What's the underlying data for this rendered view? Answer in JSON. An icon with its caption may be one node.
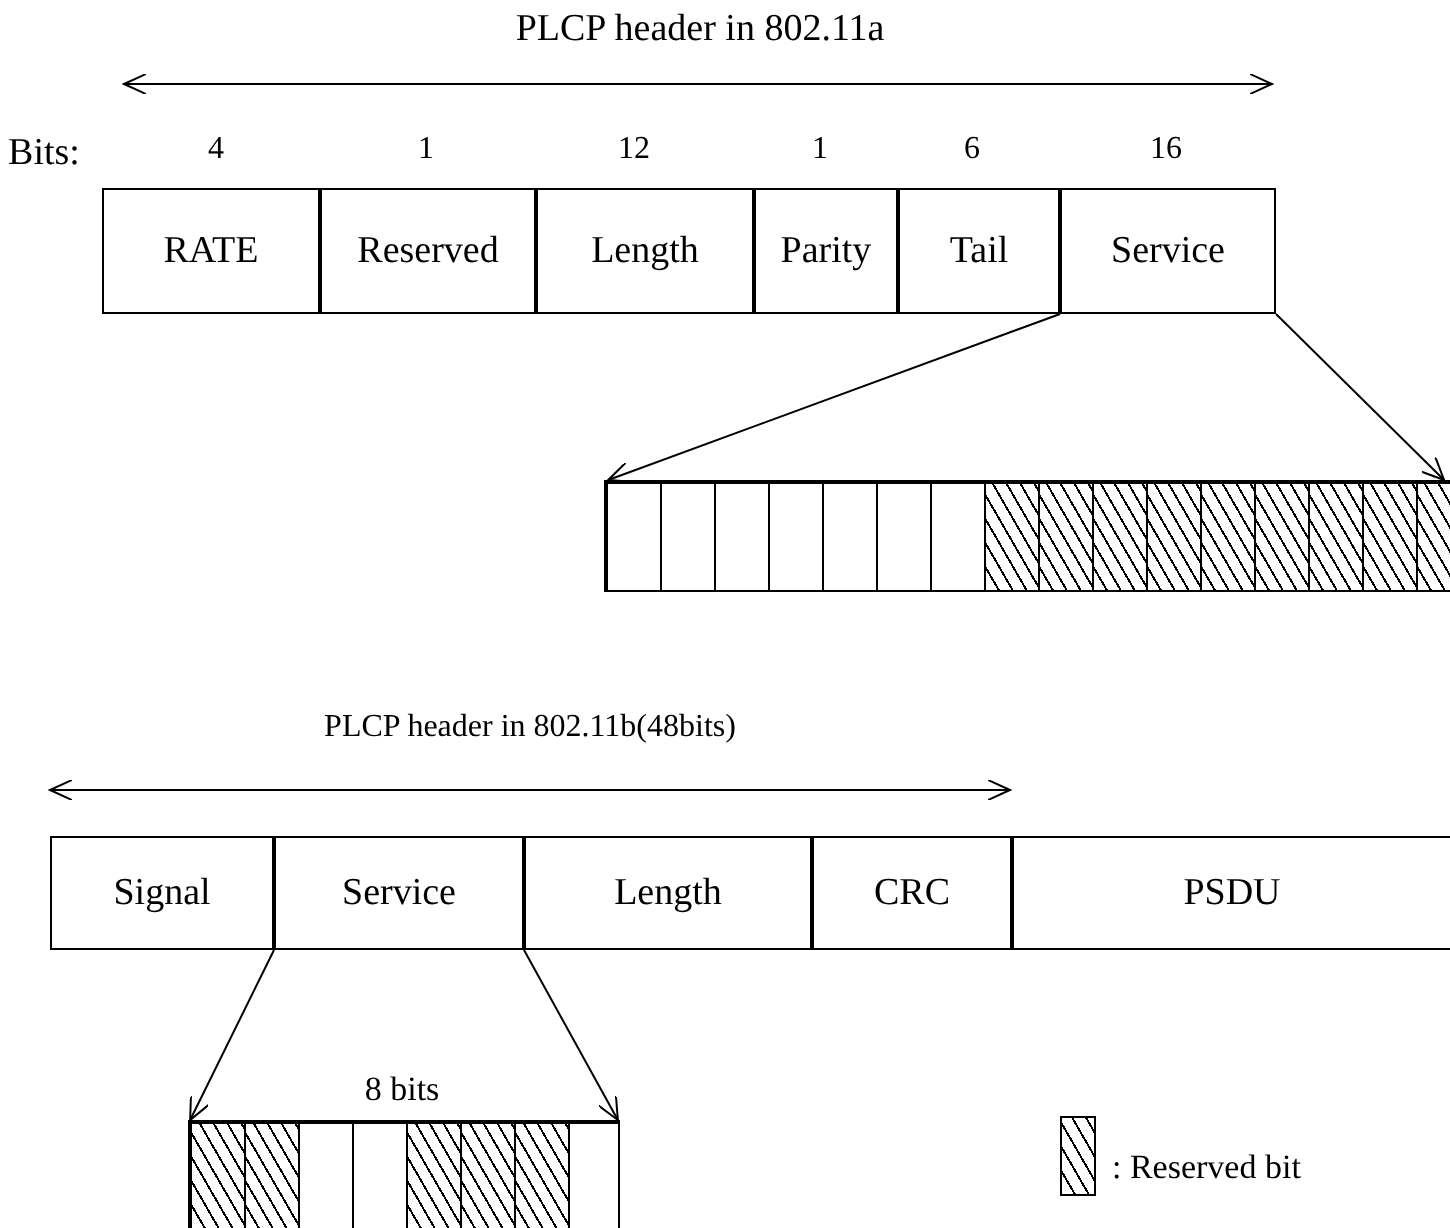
{
  "diagram": {
    "nodes": [
      {
        "text": [
          "RATE"
        ]
      },
      {
        "text": [
          "Reserved"
        ]
      },
      {
        "text": [
          "Length"
        ]
      },
      {
        "text": [
          "Parity"
        ]
      },
      {
        "text": [
          "Tail"
        ]
      },
      {
        "text": [
          "Service"
        ]
      },
      {
        "text": [],
        "shape": "box"
      },
      {
        "text": [],
        "shape": "box",
        "in": 6
      },
      {
        "text": [],
        "shape": "box",
        "in": 6
      },
      {
        "text": [],
        "shape": "box",
        "in": 6
      },
      {
        "text": [],
        "shape": "box",
        "in": 6
      },
      {
        "text": [],
        "shape": "box",
        "in": 6
      },
      {
        "text": [],
        "shape": "box",
        "in": 6
      },
      {
        "text": [],
        "shape": "box",
        "in": 6
      },
      {
        "text": [],
        "shape": "box",
        "in": 6
      },
      {
        "text": [],
        "shape": "box",
        "in": 6
      },
      {
        "text": [],
        "shape": "box",
        "in": 6
      },
      {
        "text": [],
        "shape": "box",
        "in": 6
      },
      {
        "text": [],
        "shape": "box",
        "in": 6
      },
      {
        "text": [],
        "shape": "box",
        "in": 6
      },
      {
        "text": [],
        "shape": "box",
        "in": 6
      },
      {
        "text": [],
        "shape": "box",
        "in": 6
      },
      {
        "text": [],
        "shape": "box",
        "in": 6
      },
      {
        "text": [
          "Signal"
        ]
      },
      {
        "text": [
          "Service"
        ]
      },
      {
        "text": [
          "Length"
        ]
      },
      {
        "text": [
          "CRC"
        ]
      },
      {
        "text": [
          "PSDU"
        ]
      },
      {
        "text": [],
        "shape": "box"
      },
      {
        "text": [],
        "shape": "box",
        "in": 28
      },
      {
        "text": [],
        "shape": "box",
        "in": 28
      },
      {
        "text": [],
        "shape": "box",
        "in": 28
      },
      {
        "text": [],
        "shape": "box",
        "in": 28
      },
      {
        "text": [],
        "shape": "box",
        "in": 28
      },
      {
        "text": [],
        "shape": "box",
        "in": 28
      },
      {
        "text": [],
        "shape": "box",
        "in": 28
      },
      {
        "text": [],
        "shape": "box",
        "in": 28
      }
    ],
    "edges": [
      {
        "from": 5,
        "to": 6,
        "arrow": "to"
      },
      {
        "from": 5,
        "to": 6,
        "arrow": "to"
      },
      {
        "from": 24,
        "to": 28,
        "arrow": "to"
      },
      {
        "from": 24,
        "to": 28,
        "arrow": "to"
      }
    ],
    "labels": [
      "PLCP header in 802.11a",
      "Bits:",
      "4",
      "1",
      "12",
      "1",
      "6",
      "16",
      "PLCP header in 802.11b(48bits)",
      "8 bits"
    ],
    "legend": [
      {
        "text": ": Reserved bit"
      }
    ]
  }
}
